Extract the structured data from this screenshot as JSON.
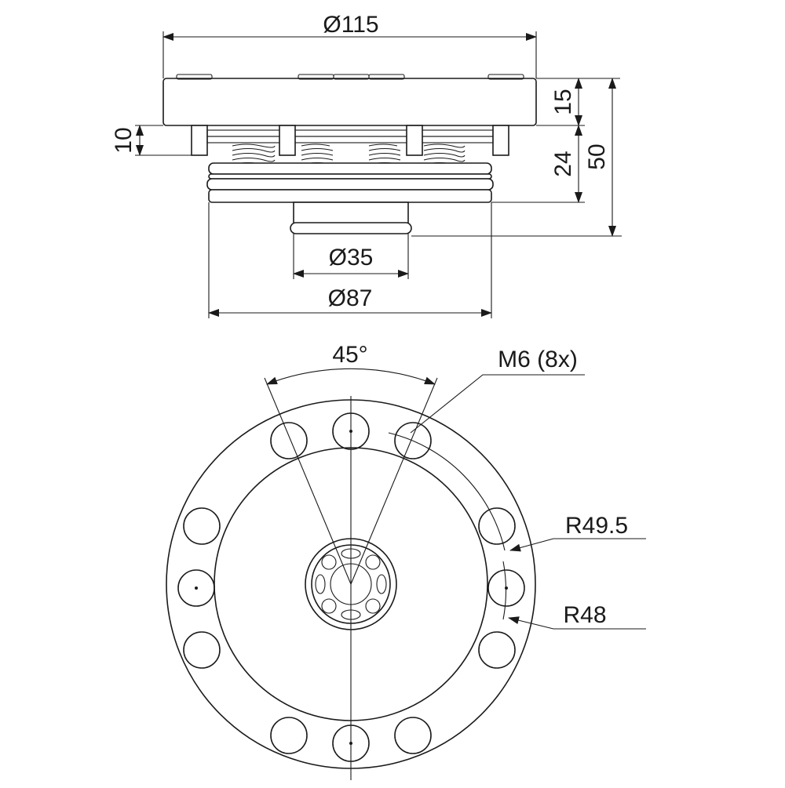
{
  "side_view": {
    "dim_outer_diameter": "Ø115",
    "dim_plate_height": "15",
    "dim_gap": "10",
    "dim_spring_height": "24",
    "dim_total_height": "50",
    "dim_pin_diameter": "Ø35",
    "dim_body_diameter": "Ø87"
  },
  "top_view": {
    "dim_angle": "45°",
    "dim_holes": "M6 (8x)",
    "dim_radius_outer": "R49.5",
    "dim_radius_inner": "R48"
  },
  "colors": {
    "line": "#1a1a1a",
    "background": "#ffffff"
  }
}
